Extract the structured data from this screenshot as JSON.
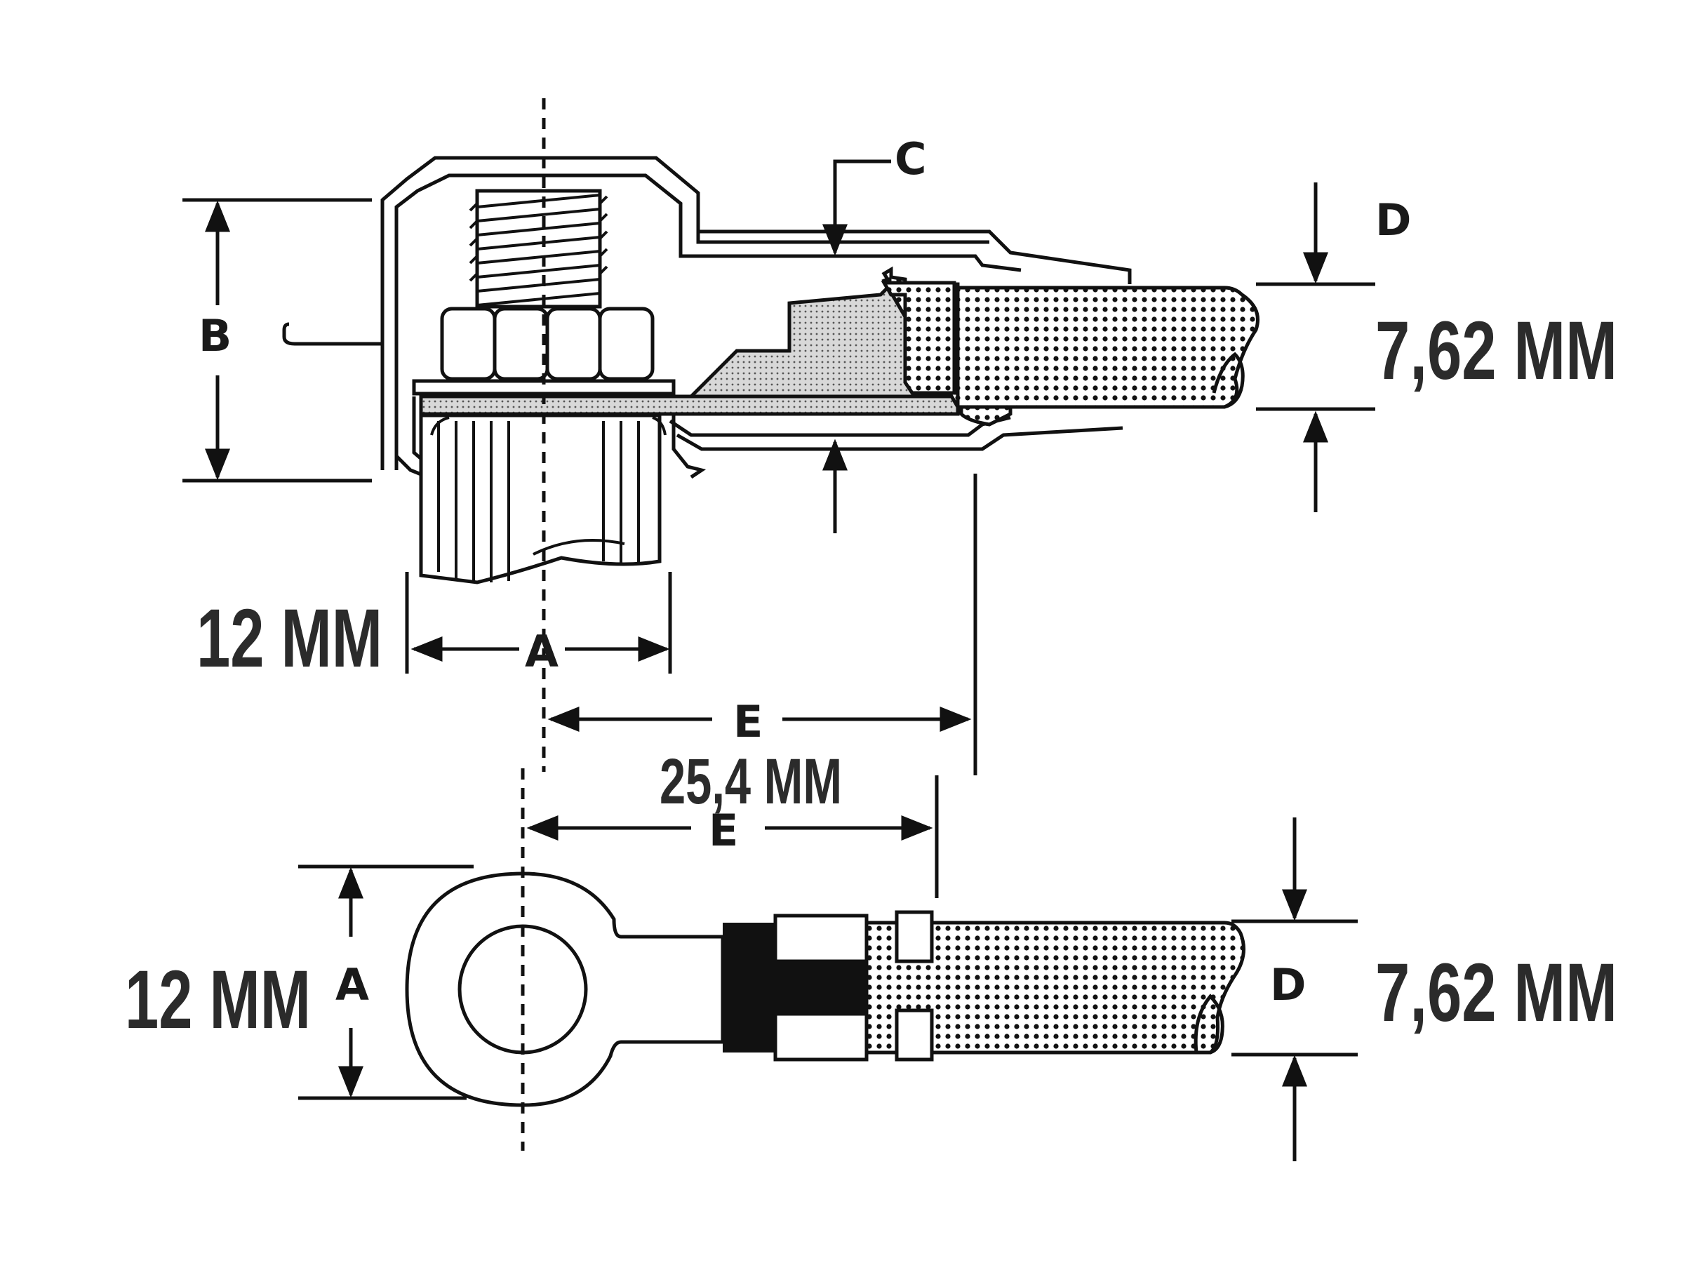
{
  "labels": {
    "a_top": "A",
    "a_bottom": "A",
    "b": "B",
    "c": "C",
    "d_top": "D",
    "d_bottom": "D",
    "e_top": "E",
    "e_bottom": "E"
  },
  "dimensions": {
    "a_top": "12 MM",
    "a_bottom": "12 MM",
    "d_top": "7,62 MM",
    "d_bottom": "7,62 MM",
    "e": "25,4 MM"
  },
  "colors": {
    "ink": "#111111",
    "dim_text": "#2b2b2b",
    "insulation_dots": "#111111",
    "background": "#ffffff"
  }
}
